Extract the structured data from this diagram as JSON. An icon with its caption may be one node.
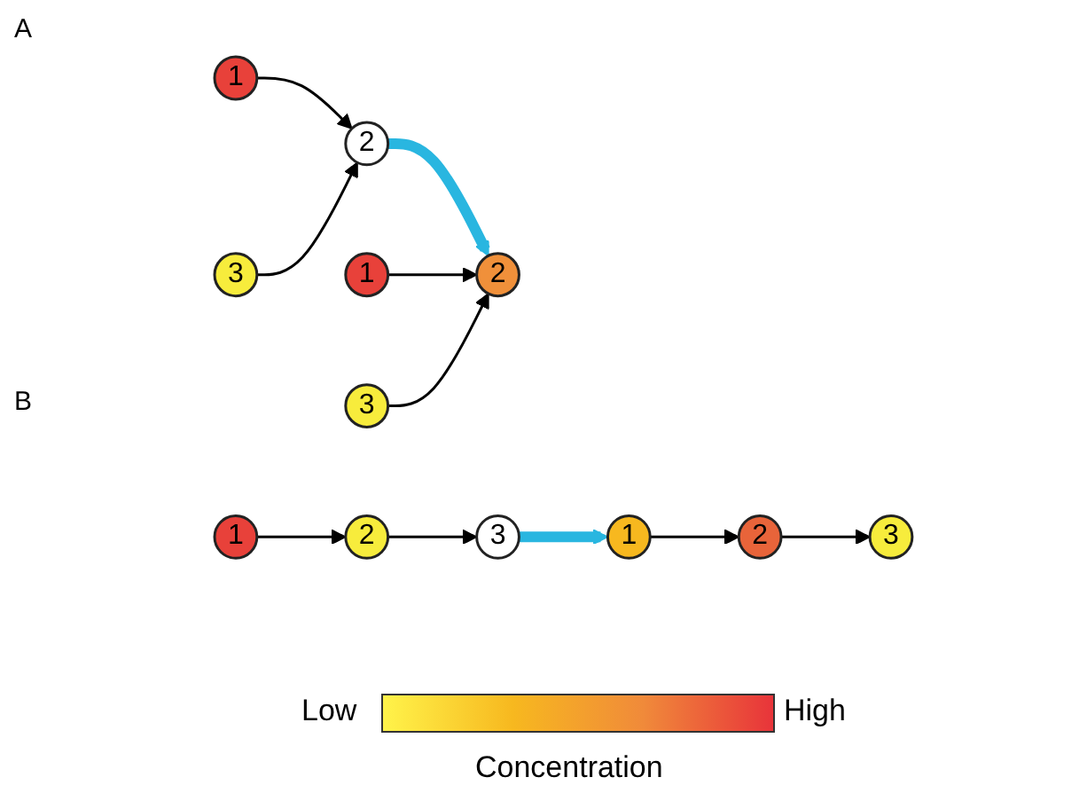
{
  "diagram": {
    "nodes": [
      {
        "text": [
          "1"
        ]
      },
      {
        "text": [
          "2"
        ]
      },
      {
        "text": [
          "3"
        ]
      },
      {
        "text": [
          "1"
        ]
      },
      {
        "text": [
          "2"
        ]
      },
      {
        "text": [
          "3"
        ]
      },
      {
        "text": [
          "1"
        ]
      },
      {
        "text": [
          "2"
        ]
      },
      {
        "text": [
          "3"
        ]
      },
      {
        "text": [
          "1"
        ]
      },
      {
        "text": [
          "2"
        ]
      },
      {
        "text": [
          "3"
        ]
      }
    ],
    "edges": [
      {
        "from": 0,
        "to": 1,
        "arrow": "to"
      },
      {
        "from": 2,
        "to": 1,
        "arrow": "to"
      },
      {
        "from": 1,
        "to": 4,
        "arrow": "to",
        "style": "thick",
        "color": "#29b6e0"
      },
      {
        "from": 3,
        "to": 4,
        "arrow": "to"
      },
      {
        "from": 5,
        "to": 4,
        "arrow": "to"
      },
      {
        "from": 6,
        "to": 7,
        "arrow": "to"
      },
      {
        "from": 7,
        "to": 8,
        "arrow": "to"
      },
      {
        "from": 8,
        "to": 9,
        "arrow": "to",
        "style": "thick",
        "color": "#29b6e0"
      },
      {
        "from": 9,
        "to": 10,
        "arrow": "to"
      },
      {
        "from": 10,
        "to": 11,
        "arrow": "to"
      }
    ],
    "labels": [
      "A",
      "B",
      "Low",
      "High",
      "Concentration"
    ]
  }
}
